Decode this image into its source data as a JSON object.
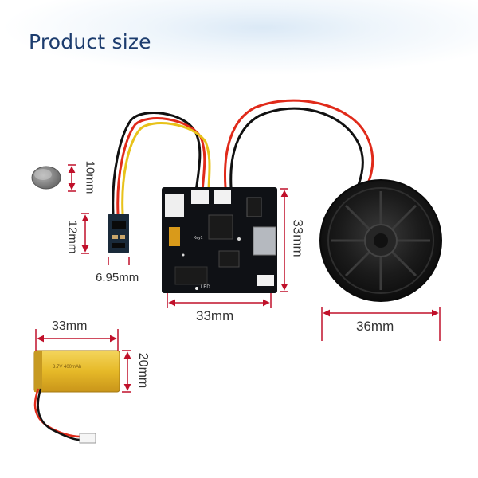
{
  "title": "Product size",
  "dimensions": {
    "button_battery": "10mm",
    "small_module_height": "12mm",
    "small_module_width": "6.95mm",
    "main_board_width": "33mm",
    "main_board_height": "33mm",
    "speaker_diameter": "36mm",
    "battery_width": "33mm",
    "battery_height": "20mm"
  },
  "battery_label_text": "3.7V 400mAh",
  "board_labels": {
    "led": "LED",
    "ctrl": "Key1"
  },
  "colors": {
    "title": "#1c3c6e",
    "dimension_line": "#c0102a",
    "board": "#0f1115",
    "wire_red": "#e02a1a",
    "wire_yellow": "#e8c21a",
    "wire_black": "#111111"
  }
}
